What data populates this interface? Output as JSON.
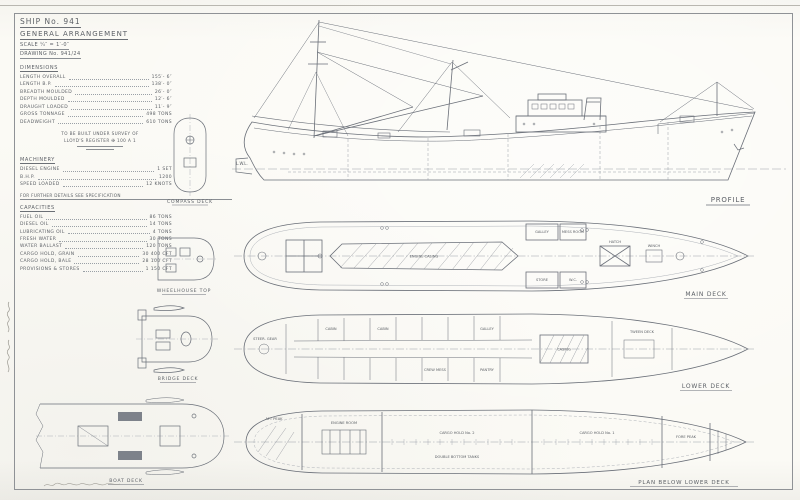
{
  "sheet": {
    "title_block": {
      "ship_no": "SHIP No. 941",
      "title": "GENERAL ARRANGEMENT",
      "scale": "SCALE ¼″ = 1′-0″",
      "drawing_no": "DRAWING No. 941/24"
    },
    "dimensions": {
      "heading": "DIMENSIONS",
      "rows": [
        {
          "label": "LENGTH OVERALL",
          "value": "155′- 6″"
        },
        {
          "label": "LENGTH B.P.",
          "value": "138′- 0″"
        },
        {
          "label": "BREADTH MOULDED",
          "value": "26′- 0″"
        },
        {
          "label": "DEPTH MOULDED",
          "value": "12′- 6″"
        },
        {
          "label": "DRAUGHT LOADED",
          "value": "11′- 9″"
        },
        {
          "label": "GROSS TONNAGE",
          "value": "498 TONS"
        },
        {
          "label": "DEADWEIGHT",
          "value": "610 TONS"
        }
      ]
    },
    "class_note": {
      "line1": "TO BE BUILT UNDER SURVEY OF",
      "line2": "LLOYD'S REGISTER ✠ 100 A 1"
    },
    "machinery": {
      "heading": "MACHINERY",
      "rows": [
        {
          "label": "DIESEL ENGINE",
          "value": "1 SET"
        },
        {
          "label": "B.H.P.",
          "value": "1200"
        },
        {
          "label": "SPEED LOADED",
          "value": "12 KNOTS"
        }
      ],
      "note": "FOR FURTHER DETAILS SEE SPECIFICATION"
    },
    "capacities": {
      "heading": "CAPACITIES",
      "rows": [
        {
          "label": "FUEL OIL",
          "value": "86 TONS"
        },
        {
          "label": "DIESEL OIL",
          "value": "14 TONS"
        },
        {
          "label": "LUBRICATING OIL",
          "value": "4 TONS"
        },
        {
          "label": "FRESH WATER",
          "value": "30 TONS"
        },
        {
          "label": "WATER BALLAST",
          "value": "120 TONS"
        },
        {
          "label": "CARGO HOLD, GRAIN",
          "value": "30 400 CFT"
        },
        {
          "label": "CARGO HOLD, BALE",
          "value": "28 100 CFT"
        },
        {
          "label": "PROVISIONS & STORES",
          "value": "1 150 CFT"
        }
      ]
    }
  },
  "views": {
    "profile": {
      "label": "PROFILE",
      "waterline": "L.W.L."
    },
    "main_deck": {
      "label": "MAIN DECK",
      "rooms": {
        "casing": "ENGINE CASING",
        "galley": "GALLEY",
        "mess": "MESS ROOM",
        "wc": "W.C.",
        "store": "STORE",
        "hatch": "HATCH",
        "winch": "WINCH"
      }
    },
    "lower_deck": {
      "label": "LOWER DECK",
      "rooms": {
        "steering": "STEER. GEAR",
        "cabin1": "CABIN",
        "cabin2": "CABIN",
        "mess": "CREW MESS",
        "galley": "GALLEY",
        "pantry": "PANTRY",
        "casing": "CASING",
        "tween": "TWEEN DECK"
      }
    },
    "hold_plan": {
      "label": "PLAN BELOW LOWER DECK",
      "rooms": {
        "aftpeak": "AFT PEAK",
        "engine": "ENGINE ROOM",
        "hold2": "CARGO HOLD No. 2",
        "hold1": "CARGO HOLD No. 1",
        "forepeak": "FORE PEAK",
        "db": "DOUBLE BOTTOM TANKS"
      }
    },
    "compass_deck": {
      "label": "COMPASS DECK"
    },
    "wheelhouse_top": {
      "label": "WHEELHOUSE TOP"
    },
    "bridge_deck": {
      "label": "BRIDGE DECK"
    },
    "boat_deck": {
      "label": "BOAT DECK"
    }
  },
  "colors": {
    "paper": "#fbfaf5",
    "ink": "#5c6066",
    "faint": "#9aa0a8"
  }
}
